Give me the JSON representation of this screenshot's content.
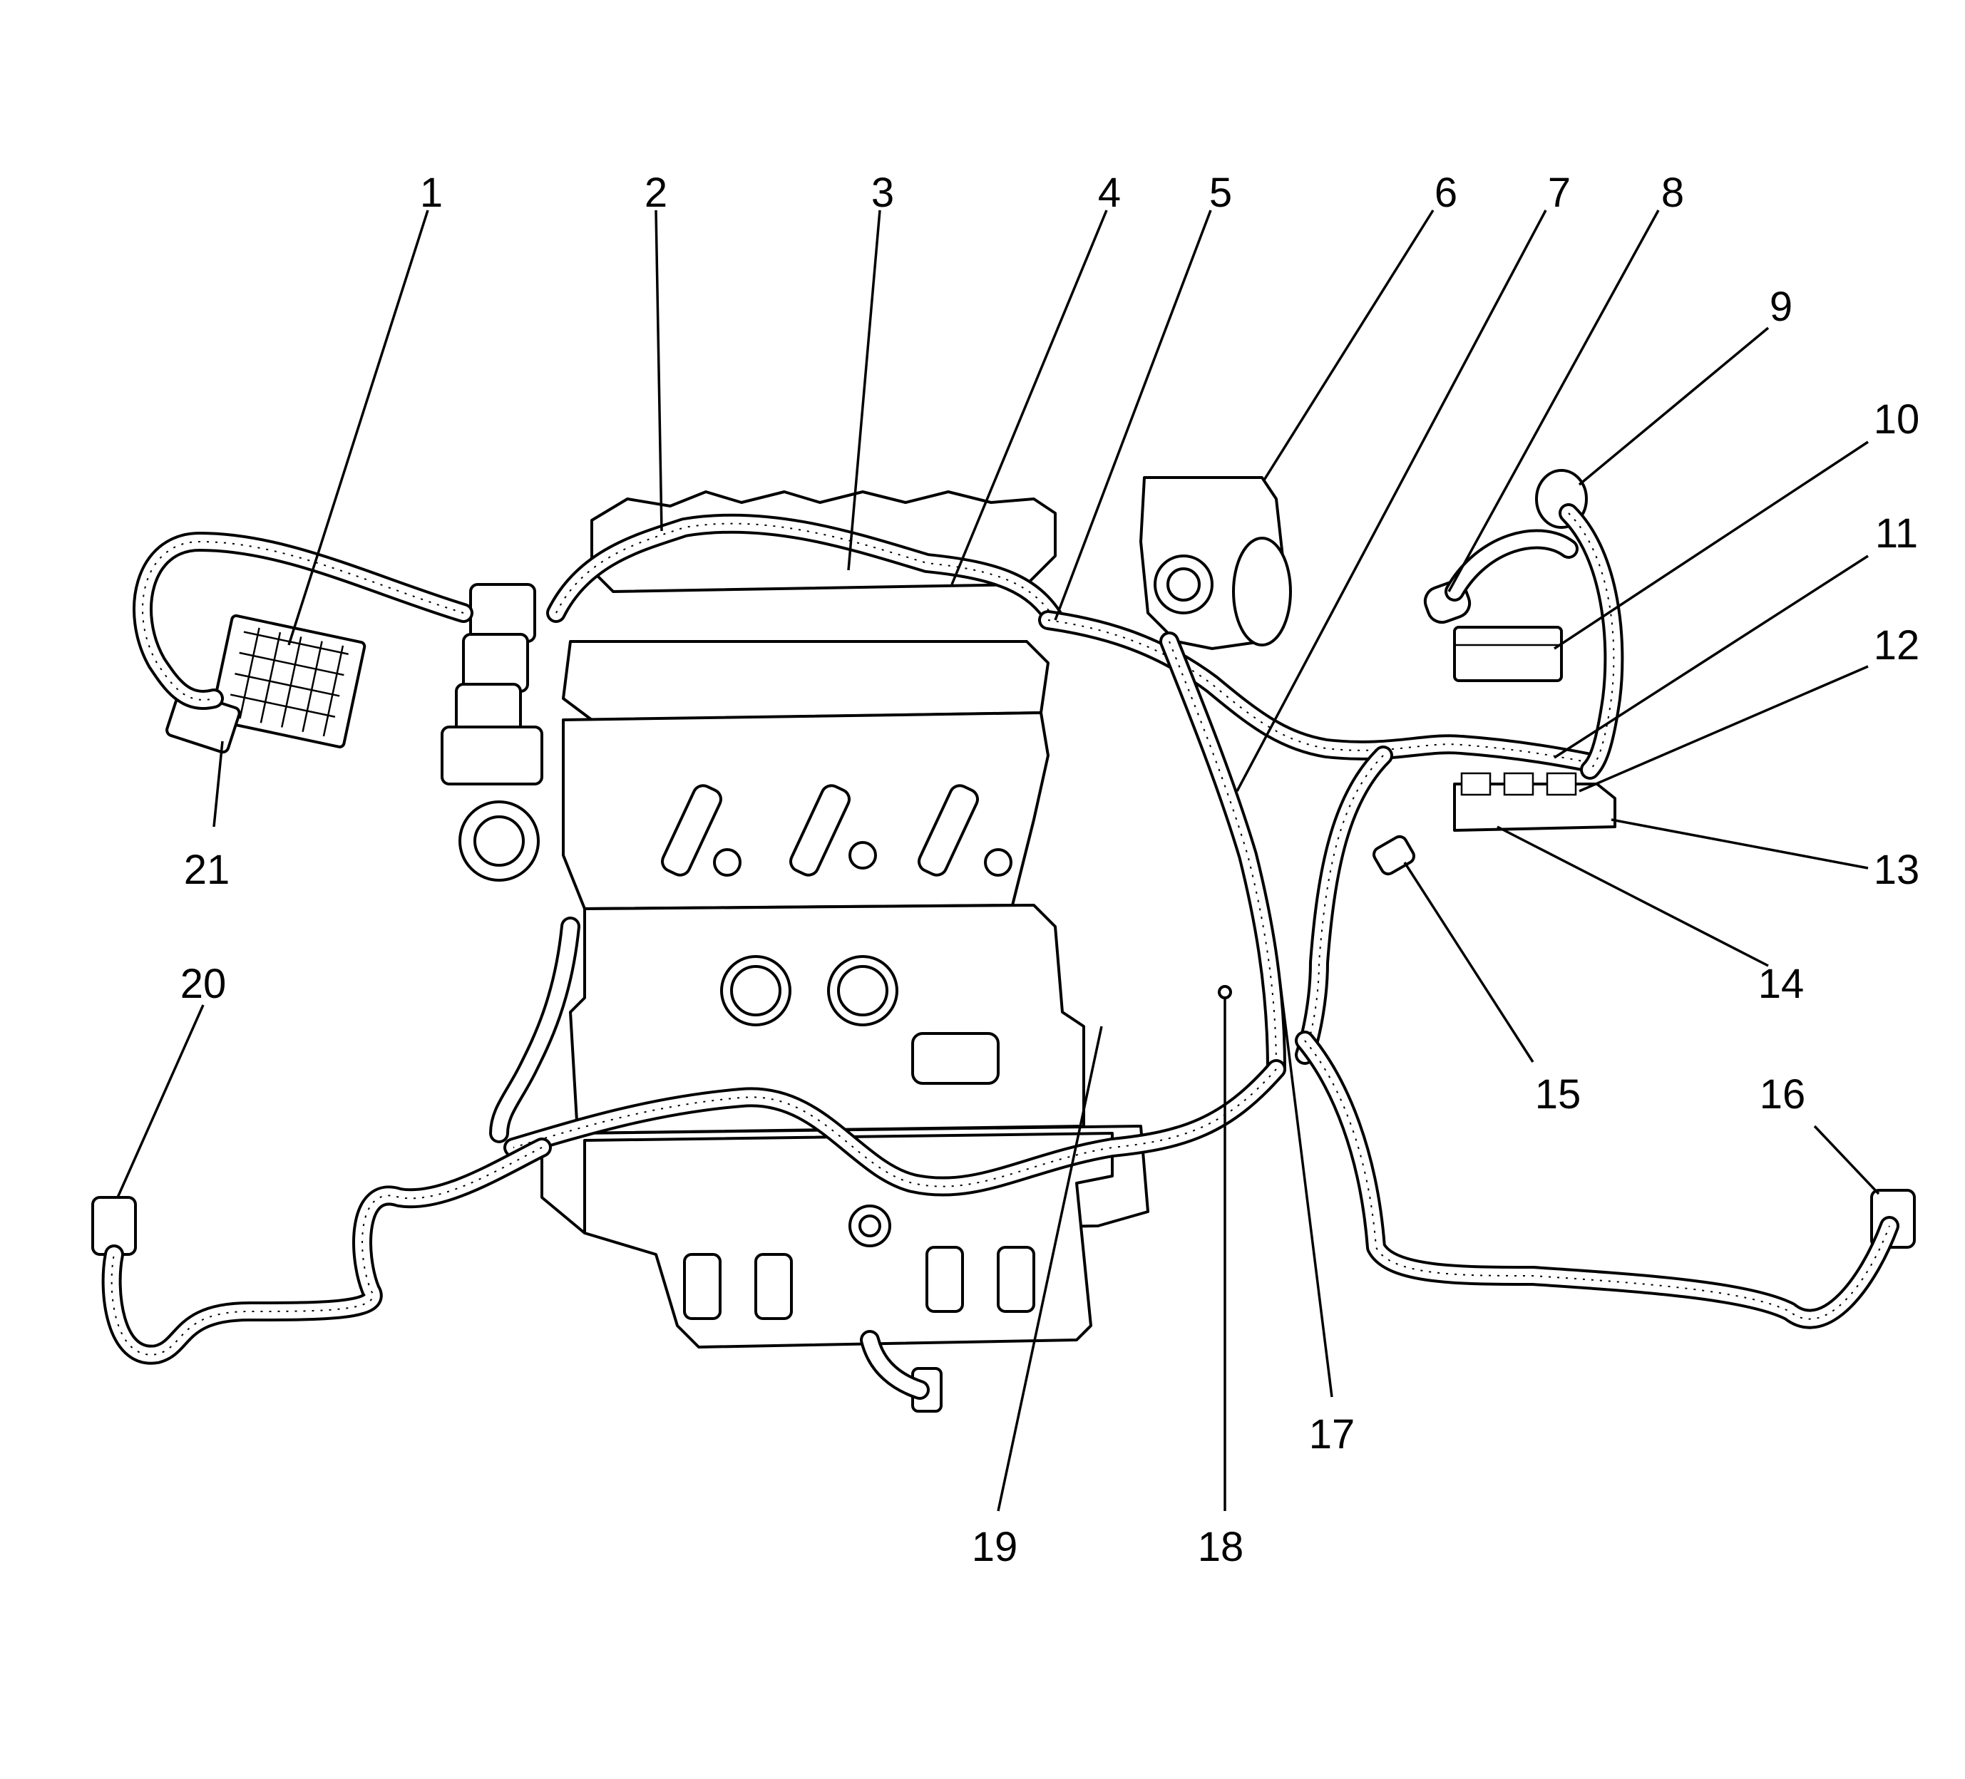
{
  "diagram": {
    "callouts": [
      {
        "id": "callout-1",
        "label": "1"
      },
      {
        "id": "callout-2",
        "label": "2"
      },
      {
        "id": "callout-3",
        "label": "3"
      },
      {
        "id": "callout-4",
        "label": "4"
      },
      {
        "id": "callout-5",
        "label": "5"
      },
      {
        "id": "callout-6",
        "label": "6"
      },
      {
        "id": "callout-7",
        "label": "7"
      },
      {
        "id": "callout-8",
        "label": "8"
      },
      {
        "id": "callout-9",
        "label": "9"
      },
      {
        "id": "callout-10",
        "label": "10"
      },
      {
        "id": "callout-11",
        "label": "11"
      },
      {
        "id": "callout-12",
        "label": "12"
      },
      {
        "id": "callout-13",
        "label": "13"
      },
      {
        "id": "callout-14",
        "label": "14"
      },
      {
        "id": "callout-15",
        "label": "15"
      },
      {
        "id": "callout-16",
        "label": "16"
      },
      {
        "id": "callout-17",
        "label": "17"
      },
      {
        "id": "callout-18",
        "label": "18"
      },
      {
        "id": "callout-19",
        "label": "19"
      },
      {
        "id": "callout-20",
        "label": "20"
      },
      {
        "id": "callout-21",
        "label": "21"
      }
    ],
    "line_color": "#000000",
    "background": "#ffffff"
  }
}
